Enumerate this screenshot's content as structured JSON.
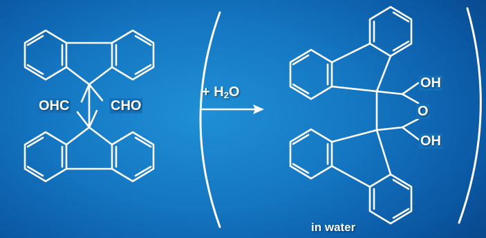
{
  "labels": {
    "ohc": "OHC",
    "cho": "CHO",
    "reagent_prefix": "+ H",
    "reagent_sub": "2",
    "reagent_suffix": "O",
    "oh_top": "OH",
    "oxygen": "O",
    "oh_bottom": "OH",
    "condition": "in water"
  },
  "colors": {
    "background_center": "#1f8fd6",
    "background_edge": "#073f7f",
    "ink": "#ffffff"
  }
}
